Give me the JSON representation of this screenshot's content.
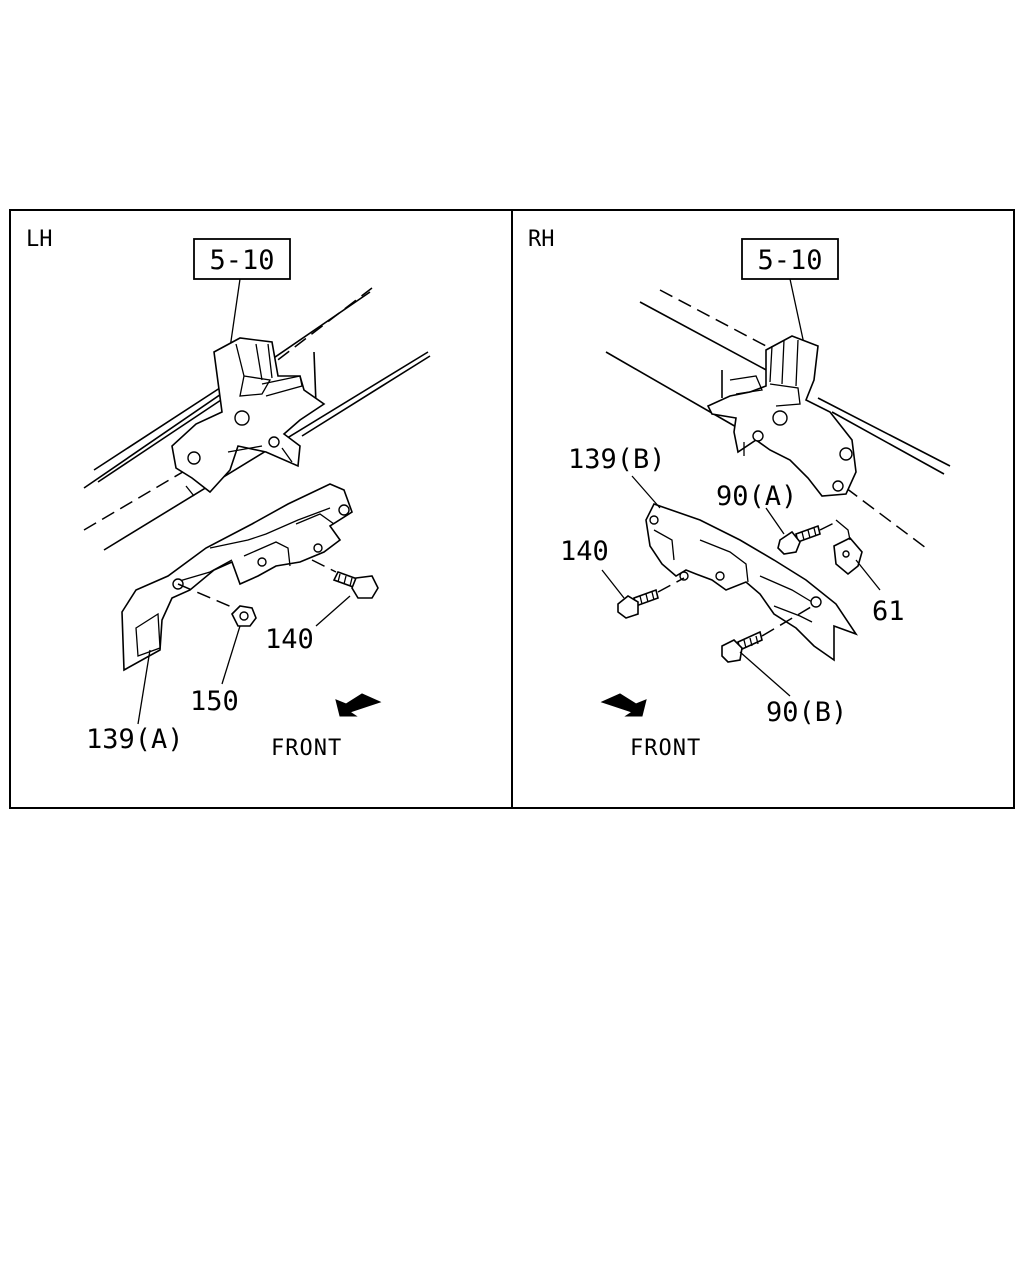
{
  "colors": {
    "line": "#000000",
    "background": "#ffffff"
  },
  "panels": {
    "left": {
      "side_label": "LH",
      "ref_label": "5-10",
      "callouts": {
        "bolt": "140",
        "nut": "150",
        "cover": "139(A)"
      },
      "front_label": "FRONT",
      "front_icon": "front-arrow-icon"
    },
    "right": {
      "side_label": "RH",
      "ref_label": "5-10",
      "callouts": {
        "cover": "139(B)",
        "bolt_a": "90(A)",
        "bolt": "140",
        "bracket": "61",
        "bolt_b": "90(B)"
      },
      "front_label": "FRONT",
      "front_icon": "front-arrow-icon"
    }
  }
}
